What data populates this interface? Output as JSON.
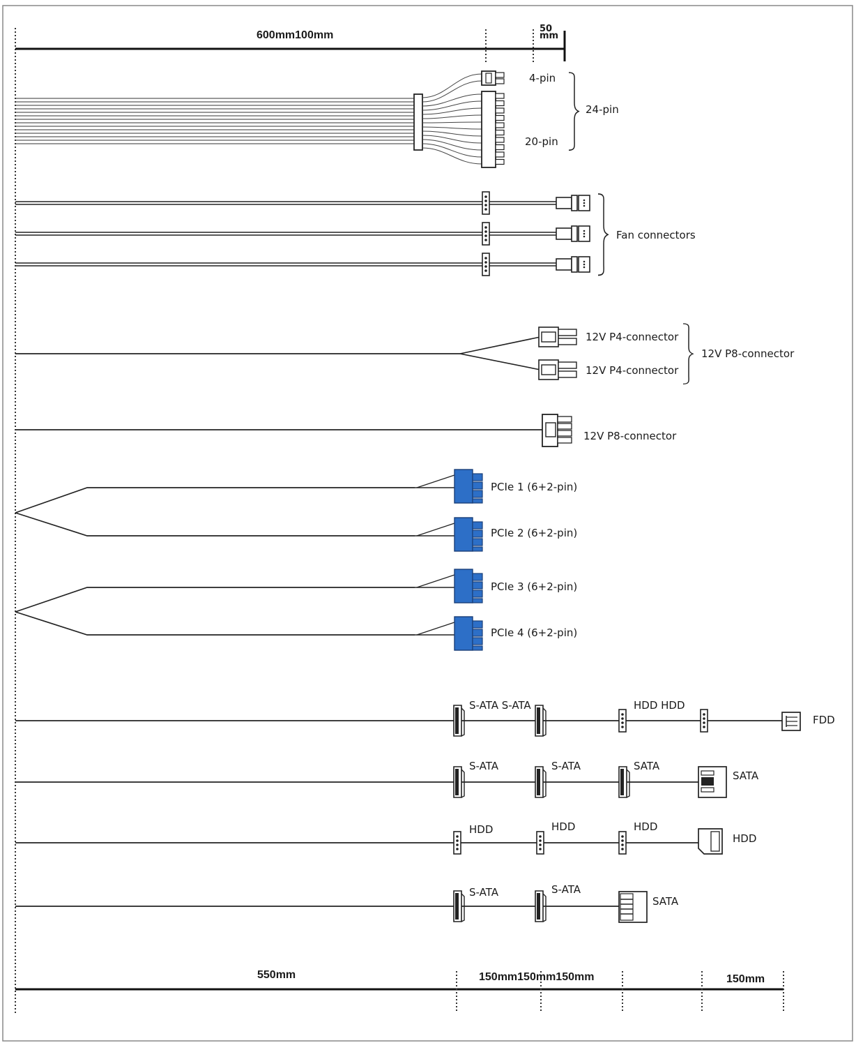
{
  "dimensions_top": {
    "main": "600mm100mm",
    "tail_top": "50",
    "tail_bottom": "mm"
  },
  "main_connector": {
    "small_label": "4-pin",
    "big_label": "20-pin",
    "group_label": "24-pin"
  },
  "fan": {
    "label": "Fan connectors"
  },
  "p8_split": {
    "p4a": "12V P4-connector",
    "p4b": "12V P4-connector",
    "group": "12V P8-connector"
  },
  "p8_single": {
    "label": "12V P8-connector"
  },
  "pcie": [
    "PCIe 1 (6+2-pin)",
    "PCIe 2 (6+2-pin)",
    "PCIe 3 (6+2-pin)",
    "PCIe 4 (6+2-pin)"
  ],
  "periph": {
    "row1": {
      "a": "S-ATA S-ATA",
      "b": "HDD HDD",
      "end": "FDD"
    },
    "row2": {
      "a": "S-ATA",
      "b": "S-ATA",
      "c": "SATA",
      "end": "SATA"
    },
    "row3": {
      "a": "HDD",
      "b": "HDD",
      "c": "HDD",
      "end": "HDD"
    },
    "row4": {
      "a": "S-ATA",
      "b": "S-ATA",
      "end": "SATA"
    }
  },
  "dimensions_bottom": {
    "main": "550mm",
    "mid": "150mm150mm150mm",
    "last": "150mm"
  },
  "colors": {
    "pcie_blue": "#2d6fc7",
    "line": "#222222"
  }
}
